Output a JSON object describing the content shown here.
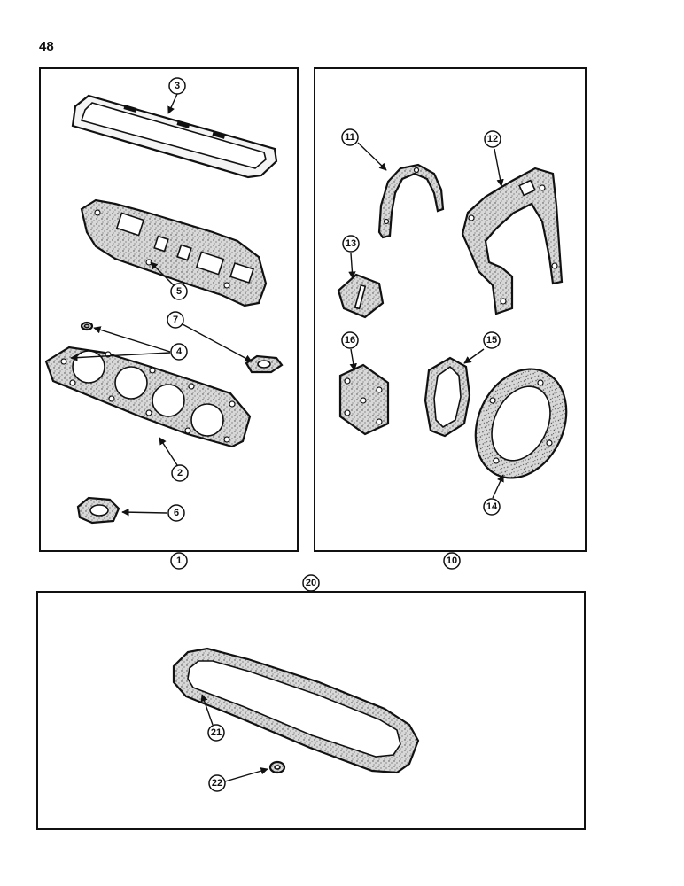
{
  "page": {
    "number": "48"
  },
  "callouts": {
    "c1": "1",
    "c2": "2",
    "c3": "3",
    "c4": "4",
    "c5": "5",
    "c6": "6",
    "c7": "7",
    "c10": "10",
    "c11": "11",
    "c12": "12",
    "c13": "13",
    "c14": "14",
    "c15": "15",
    "c16": "16",
    "c20": "20",
    "c21": "21",
    "c22": "22"
  }
}
